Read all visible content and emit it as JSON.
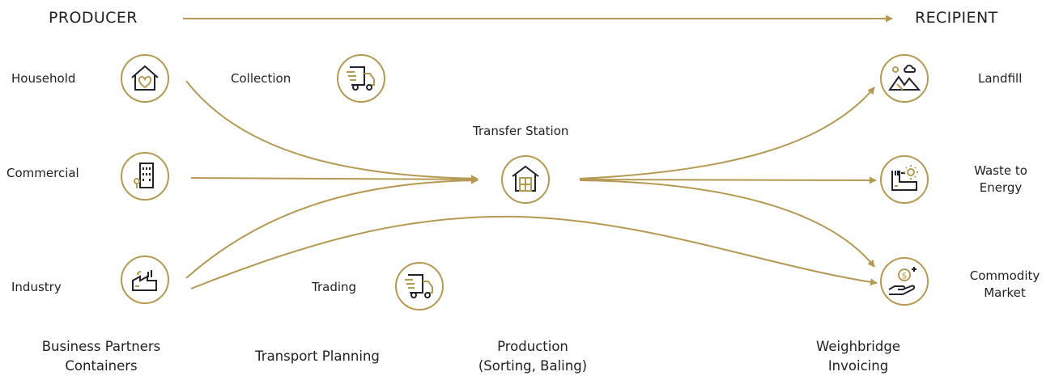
{
  "header": {
    "left": "PRODUCER",
    "right": "RECIPIENT"
  },
  "sources": [
    {
      "label": "Household",
      "icon": "house-heart-icon"
    },
    {
      "label": "Commercial",
      "icon": "office-building-icon"
    },
    {
      "label": "Industry",
      "icon": "factory-icon"
    }
  ],
  "services": {
    "collection": {
      "label": "Collection",
      "icon": "delivery-truck-icon"
    },
    "trading": {
      "label": "Trading",
      "icon": "delivery-truck-icon"
    },
    "transfer_station": {
      "label": "Transfer Station",
      "icon": "warehouse-box-icon"
    }
  },
  "recipients": [
    {
      "label": "Landfill",
      "icon": "landfill-mountain-icon"
    },
    {
      "label_line1": "Waste to",
      "label_line2": "Energy",
      "icon": "power-plant-sun-icon"
    },
    {
      "label_line1": "Commodity",
      "label_line2": "Market",
      "icon": "hand-dollar-coin-icon"
    }
  ],
  "footer": {
    "col1_line1": "Business Partners",
    "col1_line2": "Containers",
    "col2": "Transport Planning",
    "col3_line1": "Production",
    "col3_line2": "(Sorting, Baling)",
    "col4_line1": "Weighbridge",
    "col4_line2": "Invoicing"
  },
  "colors": {
    "accent": "#b59a54",
    "ink": "#23232b"
  }
}
